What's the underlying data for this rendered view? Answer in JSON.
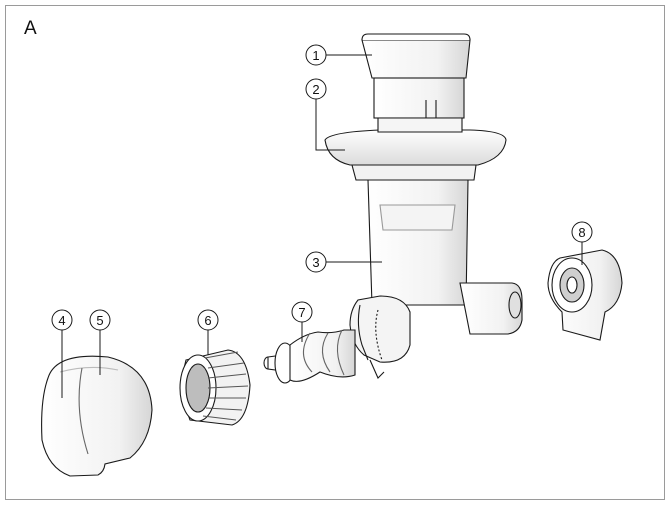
{
  "panel_label": "A",
  "callouts": [
    {
      "id": "c1",
      "label": "1",
      "part": "feeding-tray"
    },
    {
      "id": "c2",
      "label": "2",
      "part": "tray-collar"
    },
    {
      "id": "c3",
      "label": "3",
      "part": "grinder-housing"
    },
    {
      "id": "c4",
      "label": "4",
      "part": "cap-button"
    },
    {
      "id": "c5",
      "label": "5",
      "part": "end-cap"
    },
    {
      "id": "c6",
      "label": "6",
      "part": "grinding-disc"
    },
    {
      "id": "c7",
      "label": "7",
      "part": "worm-shaft"
    },
    {
      "id": "c8",
      "label": "8",
      "part": "drive-coupling"
    }
  ],
  "colors": {
    "line": "#1a1a1a",
    "fill": "#ffffff",
    "shade": "#d9d9d9",
    "frame": "#9a9a9a"
  }
}
